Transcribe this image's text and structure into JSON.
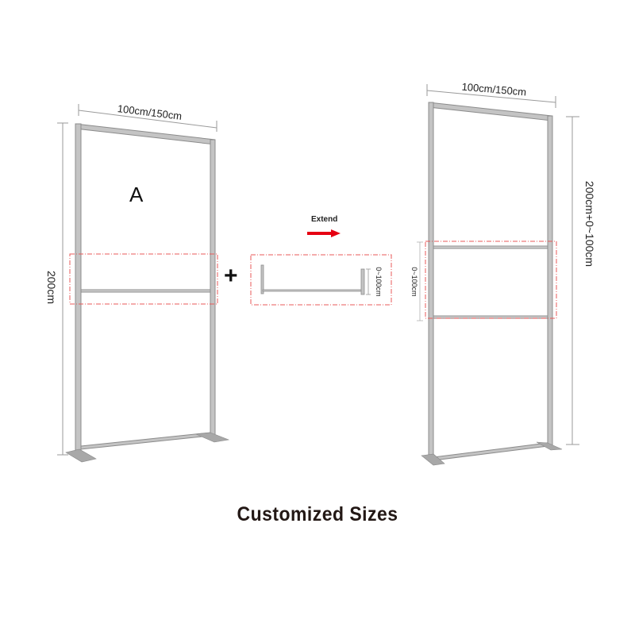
{
  "title": "Customized Sizes",
  "frame_a": {
    "letter": "A",
    "width_label": "100cm/150cm",
    "height_label": "200cm"
  },
  "extension": {
    "extend_label": "Extend",
    "arrow_color": "#e60012",
    "height_label": "0~100cm"
  },
  "plus_sign": "+",
  "frame_extended": {
    "width_label": "100cm/150cm",
    "height_label": "200cm+0~100cm",
    "section_label": "0~100cm"
  },
  "colors": {
    "frame": "#b5b5b5",
    "frame_edge": "#8c8c8c",
    "dimension_line": "#9a9a9a",
    "highlight_dash": "#e85a5a",
    "text": "#231815"
  }
}
